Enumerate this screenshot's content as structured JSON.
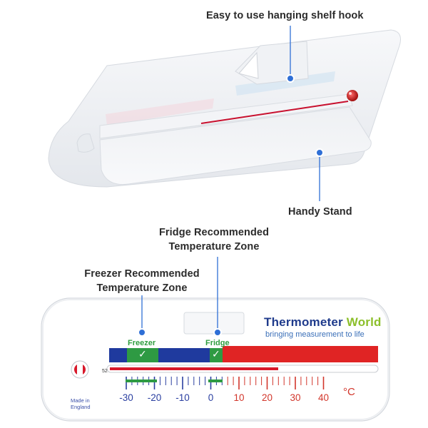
{
  "callouts": {
    "hook": "Easy to use hanging shelf hook",
    "stand": "Handy Stand",
    "fridge_line1": "Fridge Recommended",
    "fridge_line2": "Temperature Zone",
    "freezer_line1": "Freezer Recommended",
    "freezer_line2": "Temperature Zone"
  },
  "brand": {
    "name_part1": "Thermometer",
    "name_part2": "World",
    "tagline": "bringing measurement to life"
  },
  "zones": {
    "freezer": "Freezer",
    "fridge": "Fridge",
    "check": "✓"
  },
  "scale": {
    "labels": [
      "-30",
      "-20",
      "-10",
      "0",
      "10",
      "20",
      "30",
      "40"
    ],
    "unit": "°C",
    "marker": "52"
  },
  "made_in": {
    "line1": "Made in",
    "line2": "England"
  },
  "colors": {
    "freezer_band": "#1f3a9e",
    "fridge_zone": "#2e9a43",
    "warm_band": "#e02424",
    "brand_blue": "#1f3b8c",
    "brand_green": "#8cbf2a",
    "callout_dot": "#2f6fd6"
  }
}
